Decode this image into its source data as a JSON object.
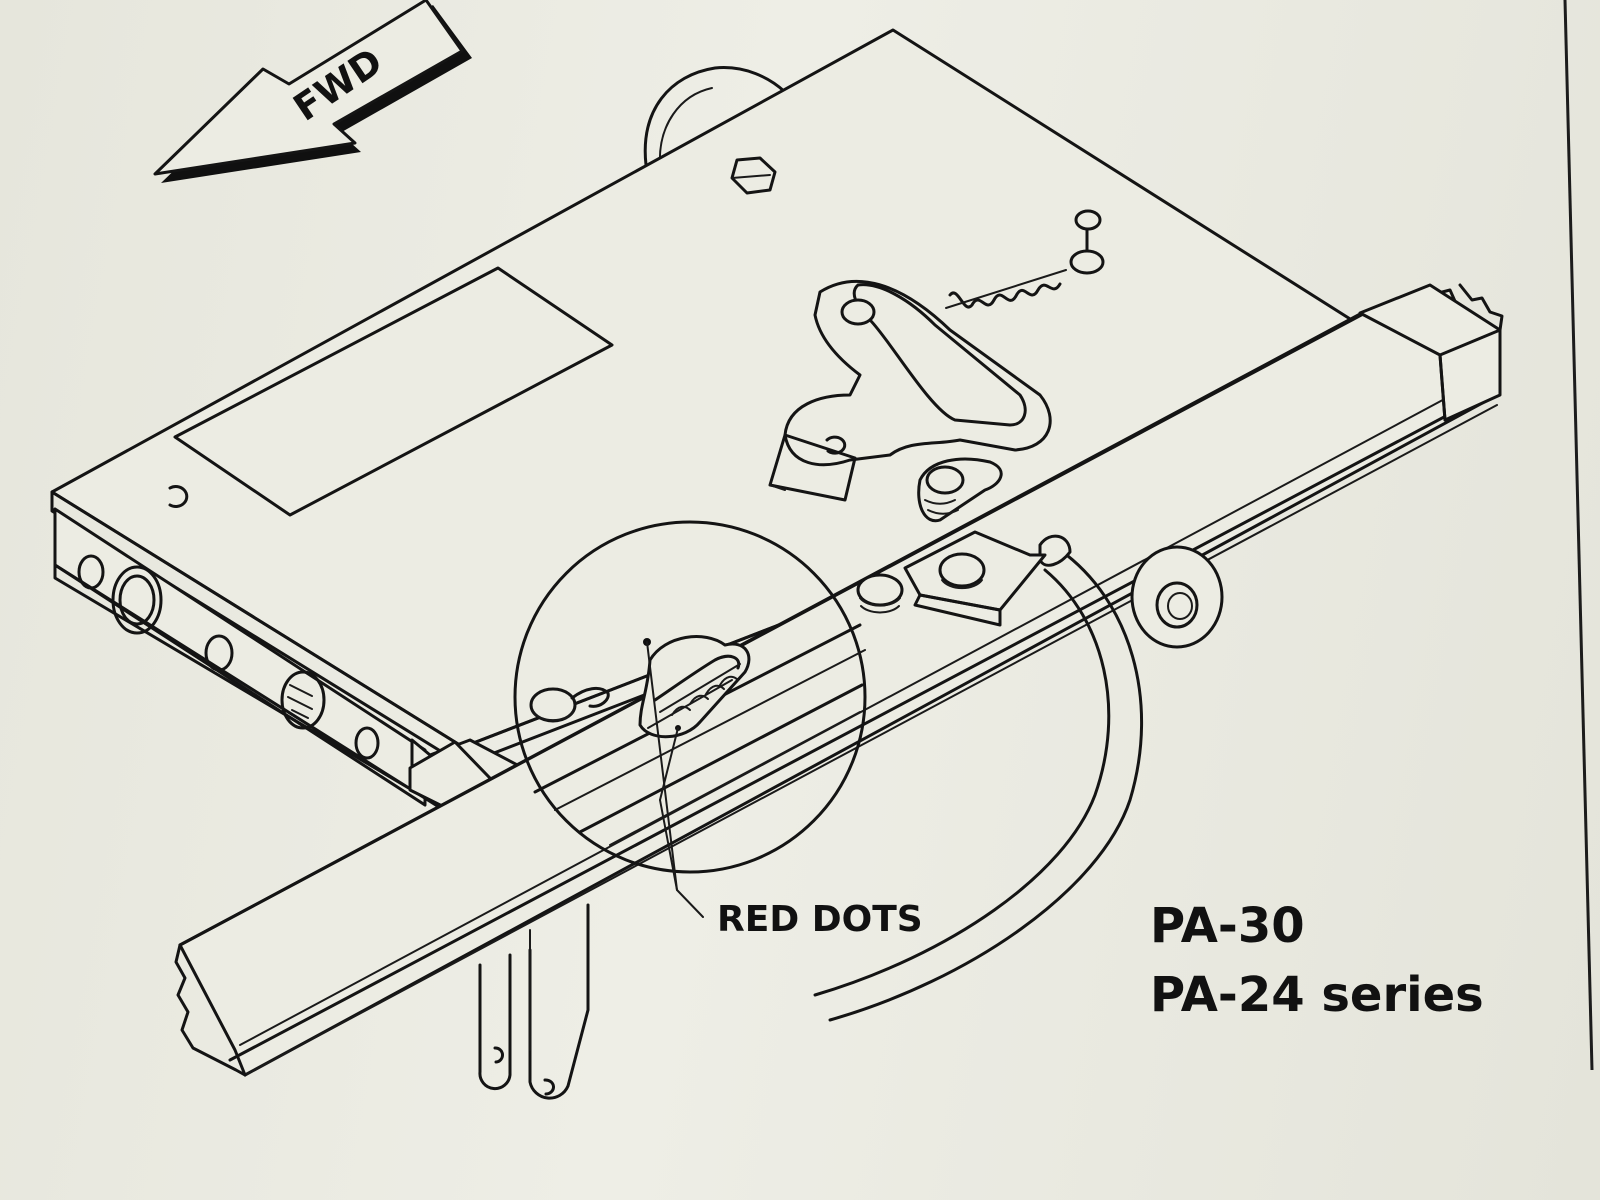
{
  "diagram": {
    "labels": {
      "forward_arrow": "FWD",
      "callout": "RED DOTS",
      "model_line1": "PA-30",
      "model_line2": "PA-24 series"
    },
    "colors": {
      "ink": "#141414",
      "paper": "#ecece3"
    }
  }
}
